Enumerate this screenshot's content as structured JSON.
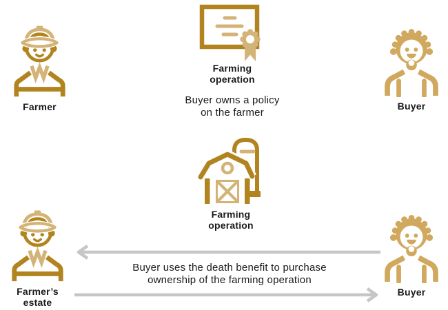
{
  "colors": {
    "dark_gold": "#B28420",
    "light_tan": "#D3B377",
    "buyer_gold": "#D0A95F",
    "arrow_gray": "#C6C6C6",
    "text": "#1A1A1A",
    "background": "#FFFFFF"
  },
  "icons": {
    "farmer": "farmer-icon",
    "buyer": "buyer-icon",
    "policy": "certificate-icon",
    "farm": "barn-icon",
    "flow_left": "arrow-left-icon",
    "flow_right": "arrow-right-icon"
  },
  "nodes": {
    "farmer": {
      "label": "Farmer"
    },
    "policy": {
      "title": [
        "Farming",
        "operation"
      ],
      "caption": [
        "Buyer owns a policy",
        "on the farmer"
      ]
    },
    "buyer_top": {
      "label": "Buyer"
    },
    "farm": {
      "title": [
        "Farming",
        "operation"
      ]
    },
    "estate": {
      "label": [
        "Farmer’s",
        "estate"
      ]
    },
    "buyer_bottom": {
      "label": "Buyer"
    },
    "flow": {
      "caption": [
        "Buyer uses the death benefit to purchase",
        "ownership of the farming operation"
      ]
    }
  }
}
